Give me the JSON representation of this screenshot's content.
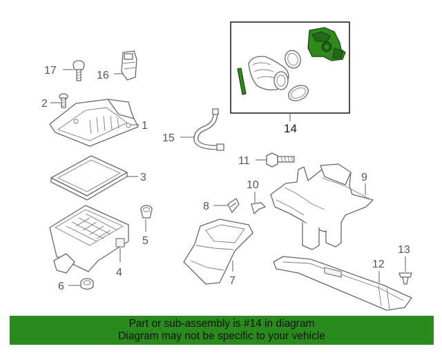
{
  "callouts": {
    "c1": "1",
    "c2": "2",
    "c3": "3",
    "c4": "4",
    "c5": "5",
    "c6": "6",
    "c7": "7",
    "c8": "8",
    "c9": "9",
    "c10": "10",
    "c11": "11",
    "c12": "12",
    "c13": "13",
    "c14": "14",
    "c15": "15",
    "c16": "16",
    "c17": "17"
  },
  "highlight_part": "14",
  "colors": {
    "banner": "#2b8a1d",
    "highlight": "#2f8a1e",
    "line_art": "#666666"
  },
  "banner": {
    "line1": "Part or sub-assembly is #14 in diagram",
    "line2": "Diagram may not be specific to your vehicle"
  }
}
